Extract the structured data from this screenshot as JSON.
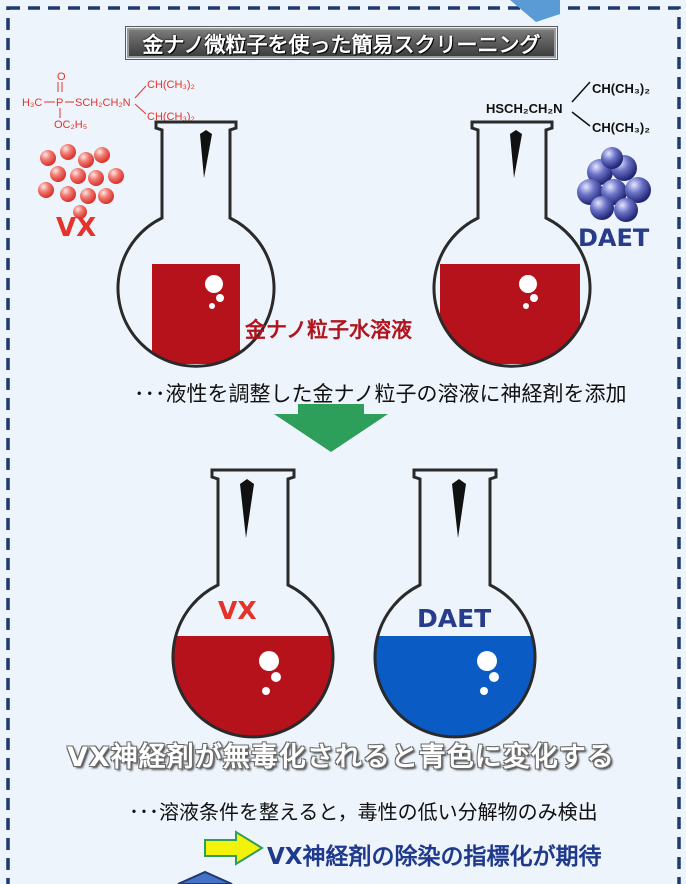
{
  "title": "金ナノ微粒子を使った簡易スクリーニング",
  "vx_formula": {
    "h3c": "H₃C",
    "p": "P",
    "o": "O",
    "chain": "SCH₂CH₂N",
    "oc2h5": "OC₂H₅",
    "ch_top": "CH(CH₃)₂",
    "ch_bottom": "CH(CH₃)₂"
  },
  "daet_formula": {
    "chain": "HSCH₂CH₂N",
    "ch_top": "CH(CH₃)₂",
    "ch_bottom": "CH(CH₃)₂"
  },
  "labels": {
    "vx": "VX",
    "daet": "DAET",
    "gold_solution": "金ナノ粒子水溶液",
    "vx_flask": "VX",
    "daet_flask": "DAET"
  },
  "step1_text": "･･･液性を調整した金ナノ粒子の溶液に神経剤を添加",
  "result_text": "VX神経剤が無毒化されると青色に変化する",
  "step2_text": "･･･溶液条件を整えると，毒性の低い分解物のみ検出",
  "expectation_text": "VX神経剤の除染の指標化が期待",
  "colors": {
    "red_solution": "#b5121b",
    "blue_solution": "#0b5bc4",
    "green_arrow": "#2e9e5b",
    "yellow_arrow": "#f2f20a",
    "dashed_border": "#1f3a6e",
    "vx_text": "#e5332a",
    "daet_text": "#283c8c"
  }
}
